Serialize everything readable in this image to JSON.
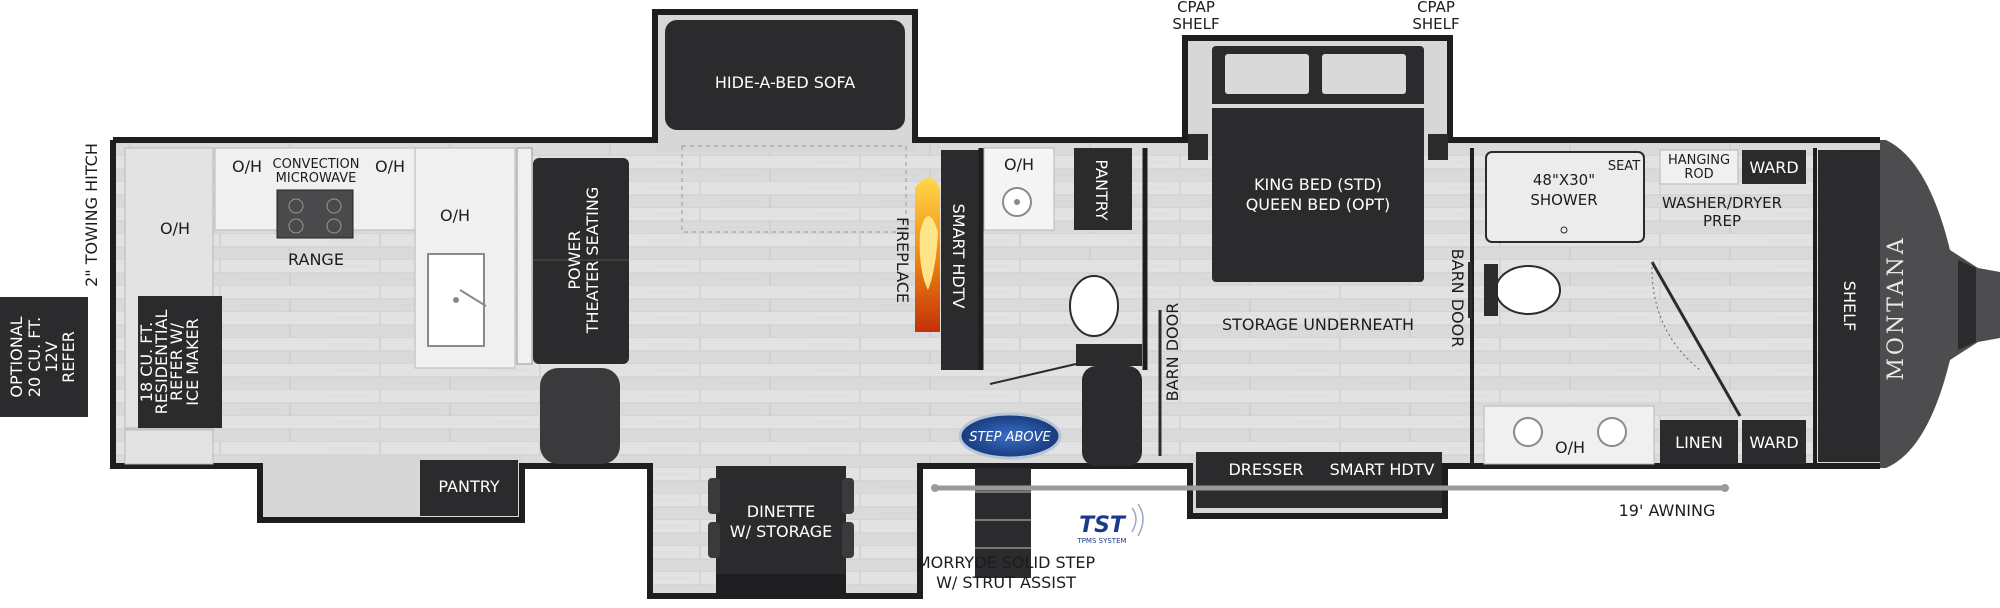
{
  "floorplan": {
    "brand": "MONTANA",
    "labels": {
      "optional_refer": [
        "OPTIONAL",
        "20 CU. FT.",
        "12V",
        "REFER"
      ],
      "towing_hitch": "2\" TOWING HITCH",
      "oh_front": "O/H",
      "residential_refer": [
        "18 CU. FT.",
        "RESIDENTIAL",
        "REFER W/",
        "ICE MAKER"
      ],
      "oh_1": "O/H",
      "convection_microwave": [
        "CONVECTION",
        "MICROWAVE"
      ],
      "oh_2": "O/H",
      "range": "RANGE",
      "oh_3": "O/H",
      "pantry_kitchen": "PANTRY",
      "theater_seating": [
        "POWER",
        "THEATER SEATING"
      ],
      "sofa": "HIDE-A-BED SOFA",
      "fireplace": "FIREPLACE",
      "smart_hdtv_living": "SMART HDTV",
      "dinette": [
        "DINETTE",
        "W/ STORAGE"
      ],
      "step_above": "STEP ABOVE",
      "morryde_step": [
        "MORRYDE SOLID STEP",
        "W/ STRUT ASSIST"
      ],
      "tst": "TST",
      "tst_sub": "TPMS SYSTEM",
      "oh_bath": "O/H",
      "pantry_hall": "PANTRY",
      "barn_door_1": "BARN DOOR",
      "cpap_left": [
        "CPAP",
        "SHELF"
      ],
      "cpap_right": [
        "CPAP",
        "SHELF"
      ],
      "bed": [
        "KING BED (STD)",
        "QUEEN BED (OPT)"
      ],
      "storage_underneath": "STORAGE UNDERNEATH",
      "barn_door_2": "BARN DOOR",
      "dresser": "DRESSER",
      "smart_hdtv_bedroom": "SMART HDTV",
      "awning": "19' AWNING",
      "shower": [
        "48\"X30\"",
        "SHOWER"
      ],
      "seat": "SEAT",
      "hanging_rod": [
        "HANGING",
        "ROD"
      ],
      "ward_top": "WARD",
      "washer_dryer": [
        "WASHER/DRYER",
        "PREP"
      ],
      "shelf": "SHELF",
      "oh_vanity": "O/H",
      "linen": "LINEN",
      "ward_bottom": "WARD"
    }
  }
}
